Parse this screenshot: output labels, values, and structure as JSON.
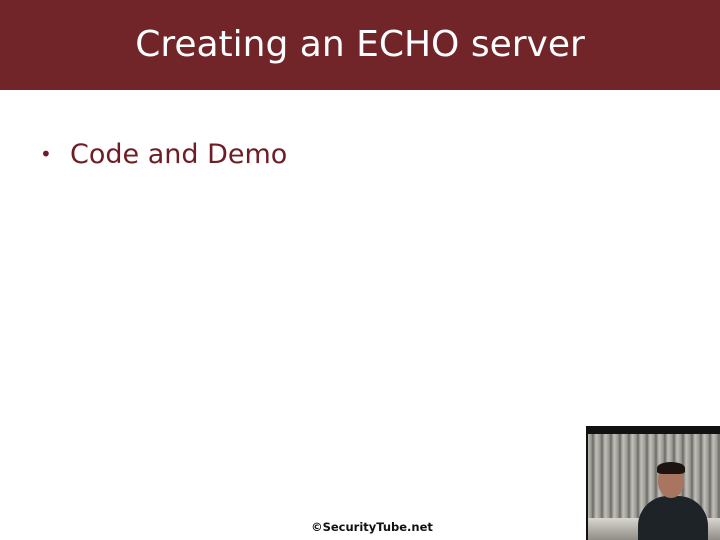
{
  "slide": {
    "title": "Creating an ECHO server",
    "bullets": [
      {
        "text": "Code and Demo"
      }
    ],
    "footer": "©SecurityTube.net"
  },
  "colors": {
    "title_bar": "#722529",
    "title_text": "#ffffff",
    "bullet_text": "#6e1c25",
    "background": "#ffffff"
  },
  "webcam": {
    "visible": true
  }
}
